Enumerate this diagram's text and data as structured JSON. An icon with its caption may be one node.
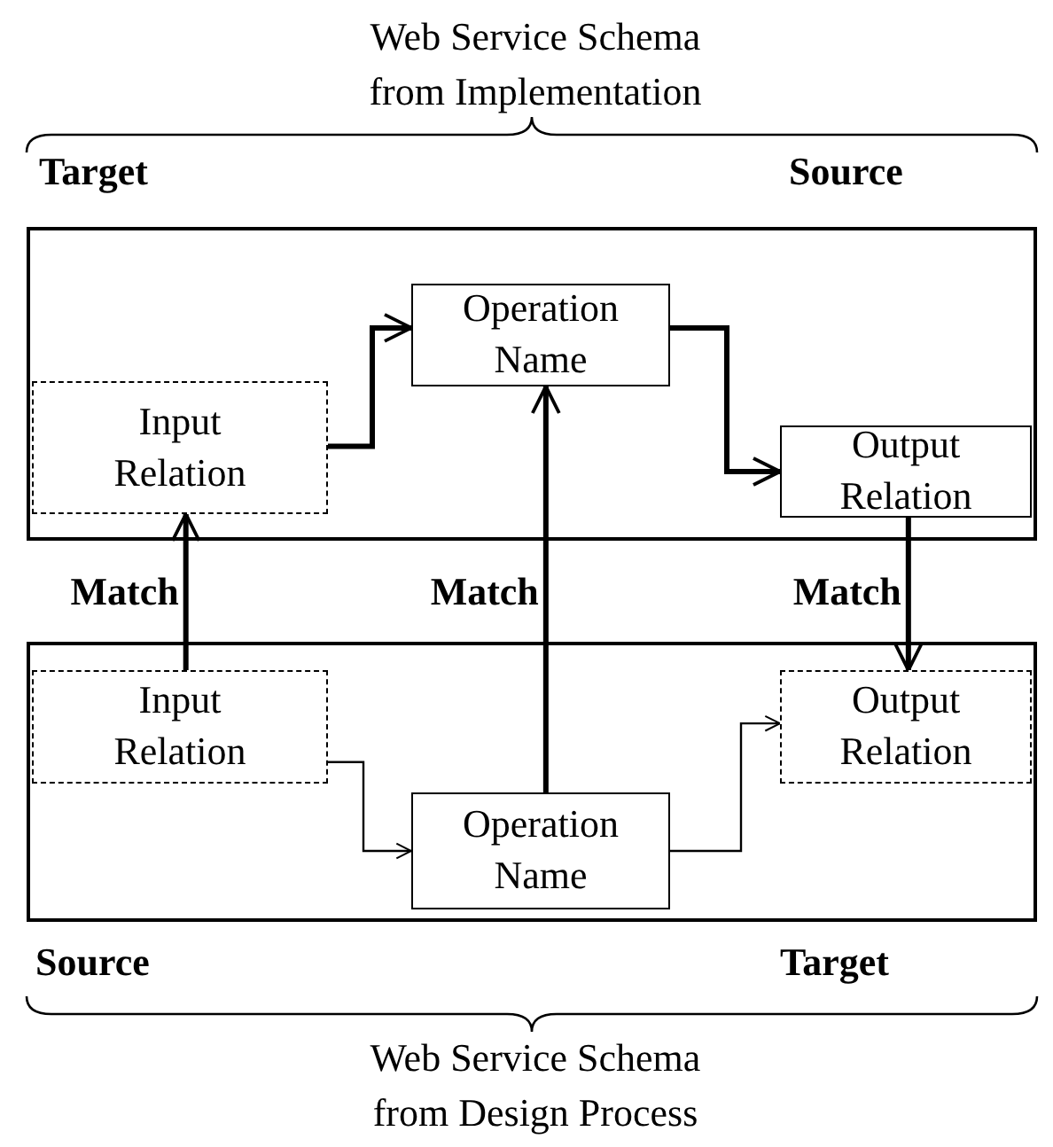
{
  "diagram": {
    "nodes": [
      {
        "text": [
          "Web Service Schema from Implementation"
        ]
      },
      {
        "text": [
          "Operation Name"
        ],
        "in": 0
      },
      {
        "text": [
          "Input Relation"
        ],
        "in": 0
      },
      {
        "text": [
          "Output Relation"
        ],
        "in": 0
      },
      {
        "text": [
          "Web Service Schema from Design Process"
        ]
      },
      {
        "text": [
          "Input Relation"
        ],
        "in": 4
      },
      {
        "text": [
          "Operation Name"
        ],
        "in": 4
      },
      {
        "text": [
          "Output Relation"
        ],
        "in": 4
      }
    ],
    "edges": [
      {
        "from": 2,
        "to": 1,
        "arrow": "to"
      },
      {
        "from": 1,
        "to": 3,
        "arrow": "to"
      },
      {
        "from": 5,
        "to": 2,
        "arrow": "to",
        "label": "Match"
      },
      {
        "from": 6,
        "to": 1,
        "arrow": "to",
        "label": "Match"
      },
      {
        "from": 3,
        "to": 7,
        "arrow": "to",
        "label": "Match"
      },
      {
        "from": 5,
        "to": 6,
        "arrow": "to"
      },
      {
        "from": 6,
        "to": 7,
        "arrow": "to"
      }
    ],
    "labels": [
      "Target",
      "Source",
      "Source",
      "Target"
    ]
  }
}
